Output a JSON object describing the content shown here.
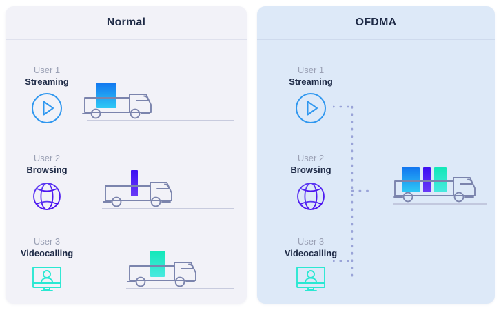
{
  "panels": [
    {
      "key": "normal",
      "title": "Normal",
      "bg": "#f2f2f8",
      "users": [
        {
          "id": "User 1",
          "activity": "Streaming",
          "icon": "play-circle-icon",
          "icon_color": "#2f97ef",
          "payload_colors": [
            "#1277f0",
            "#2fc9f5"
          ]
        },
        {
          "id": "User 2",
          "activity": "Browsing",
          "icon": "globe-icon",
          "icon_color": "#4b20f0",
          "payload_colors": [
            "#3d10f2",
            "#6a3bf7"
          ]
        },
        {
          "id": "User 3",
          "activity": "Videocalling",
          "icon": "video-monitor-icon",
          "icon_color": "#2ae8d2",
          "payload_colors": [
            "#12e8b8",
            "#49e9e0"
          ]
        }
      ]
    },
    {
      "key": "ofdma",
      "title": "OFDMA",
      "bg": "#dde9f8",
      "users": [
        {
          "id": "User 1",
          "activity": "Streaming",
          "icon": "play-circle-icon",
          "icon_color": "#2f97ef",
          "payload_colors": [
            "#1277f0",
            "#2fc9f5"
          ]
        },
        {
          "id": "User 2",
          "activity": "Browsing",
          "icon": "globe-icon",
          "icon_color": "#4b20f0",
          "payload_colors": [
            "#3d10f2",
            "#6a3bf7"
          ]
        },
        {
          "id": "User 3",
          "activity": "Videocalling",
          "icon": "video-monitor-icon",
          "icon_color": "#2ae8d2",
          "payload_colors": [
            "#12e8b8",
            "#49e9e0"
          ]
        }
      ]
    }
  ],
  "colors": {
    "truck_outline": "#7b84ad",
    "ground_line": "#b9bed6",
    "dotted_connector": "#9aa4d8",
    "title_text": "#1e2a46",
    "user_id_text": "#9aa0b4",
    "activity_text": "#1e2a46",
    "panel_normal_bg": "#f2f2f8",
    "panel_ofdma_bg": "#dde9f8",
    "page_bg": "#ffffff"
  },
  "diagram": {
    "type": "comparison",
    "description": "Normal versus OFDMA transmission illustrated with trucks carrying coloured payload blocks",
    "normal_trucks": 3,
    "ofdma_trucks": 1,
    "normal_payload_per_truck": 1,
    "ofdma_payload_per_truck": 3
  }
}
